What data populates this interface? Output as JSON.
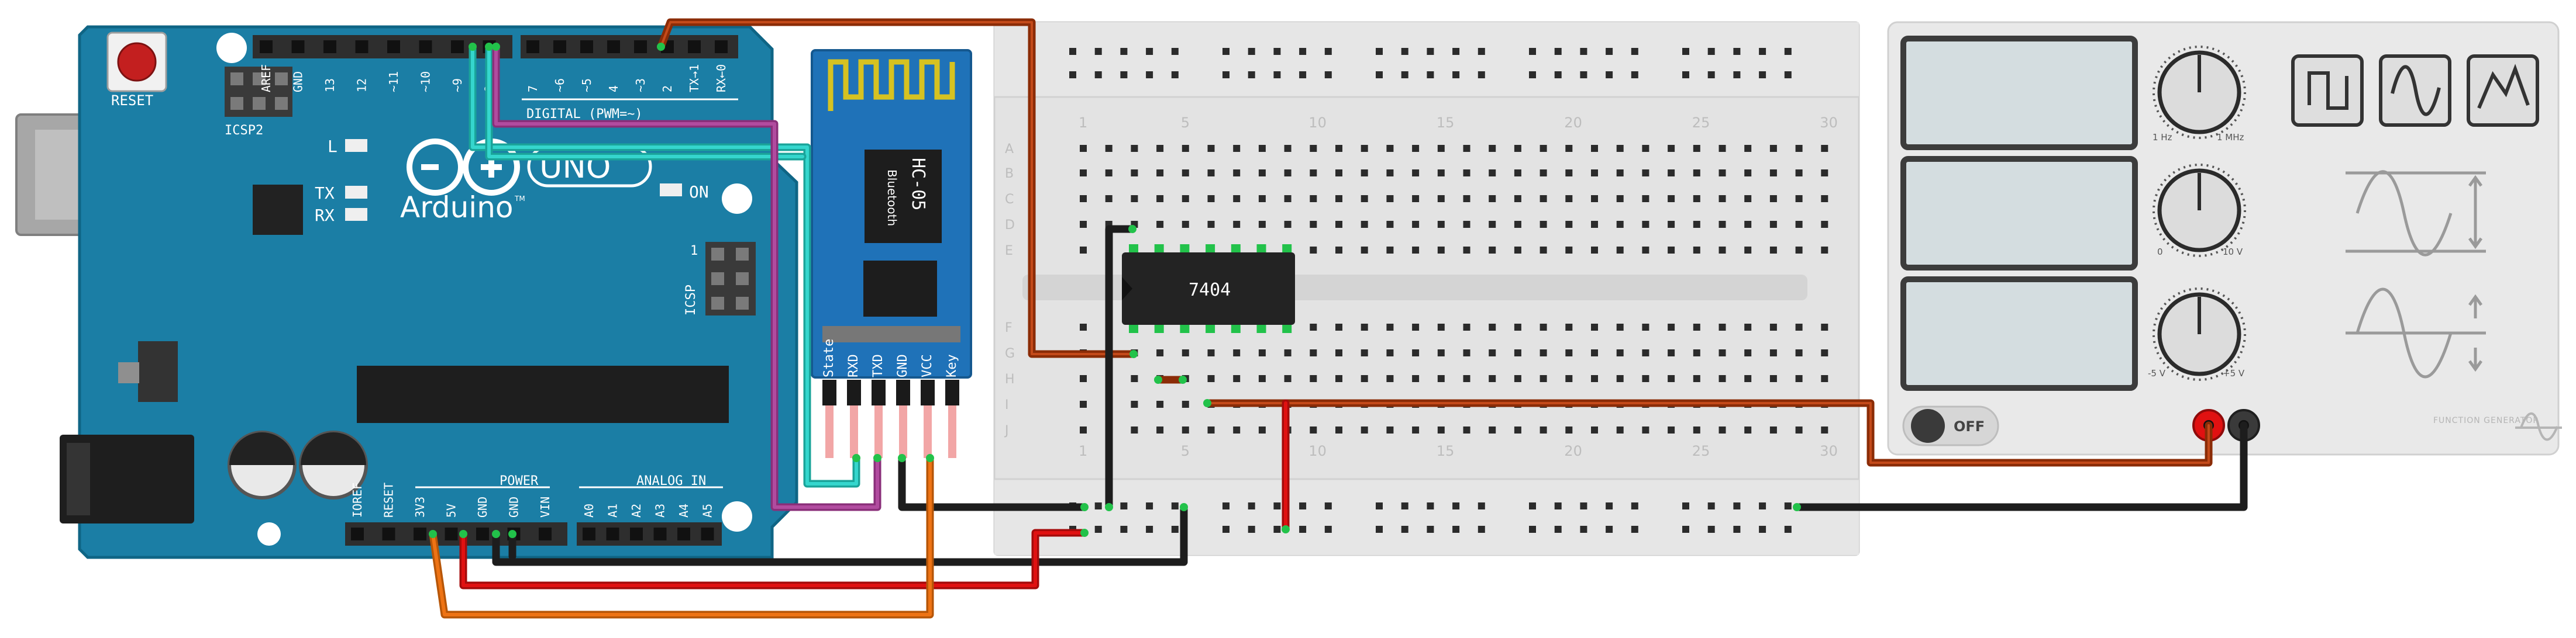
{
  "arduino": {
    "brand": "Arduino",
    "trademark": "TM",
    "model": "UNO",
    "reset_label": "RESET",
    "icsp2_label": "ICSP2",
    "icsp_label": "ICSP",
    "icsp_pin1": "1",
    "led_l": "L",
    "led_tx": "TX",
    "led_rx": "RX",
    "led_on": "ON",
    "digital_label": "DIGITAL (PWM=~)",
    "power_label": "POWER",
    "analog_label": "ANALOG IN",
    "top_header_left": [
      "AREF",
      "GND",
      "13",
      "12",
      "~11",
      "~10",
      "~9",
      "8"
    ],
    "top_header_right": [
      "7",
      "~6",
      "~5",
      "4",
      "~3",
      "2",
      "TX→1",
      "RX←0"
    ],
    "power_header": [
      "IOREF",
      "RESET",
      "3V3",
      "5V",
      "GND",
      "GND",
      "VIN"
    ],
    "analog_header": [
      "A0",
      "A1",
      "A2",
      "A3",
      "A4",
      "A5"
    ],
    "colors": {
      "board": "#1b7ea5",
      "board_dark": "#0f6585",
      "header": "#2e2e2e"
    }
  },
  "bluetooth": {
    "name": "HC-05",
    "sub": "Bluetooth",
    "pins": [
      "State",
      "RXD",
      "TXD",
      "GND",
      "VCC",
      "Key"
    ],
    "colors": {
      "board": "#1f72b8",
      "antenna": "#d6c221"
    }
  },
  "breadboard": {
    "columns_top": [
      "1",
      "5",
      "10",
      "15",
      "20",
      "25",
      "30"
    ],
    "columns_bottom": [
      "1",
      "5",
      "10",
      "15",
      "20",
      "25",
      "30"
    ],
    "rows_top": [
      "A",
      "B",
      "C",
      "D",
      "E"
    ],
    "rows_bottom": [
      "F",
      "G",
      "H",
      "I",
      "J"
    ],
    "colors": {
      "body": "#e3e3e3",
      "hole": "#2b2b2b",
      "active": "#22c24a"
    }
  },
  "ic": {
    "label": "7404",
    "color": "#232323"
  },
  "function_generator": {
    "knob1_min": "1 Hz",
    "knob1_max": "1 MHz",
    "knob2_min": "0",
    "knob2_max": "10 V",
    "knob3_min": "-5 V",
    "knob3_max": "+5 V",
    "switch_label": "OFF",
    "brand": "FUNCTION GENERATOR",
    "waveforms": [
      "square-wave-icon",
      "sine-wave-icon",
      "triangle-wave-icon"
    ],
    "colors": {
      "panel": "#e9e9e9",
      "screen": "#d4dde0",
      "frame": "#3c3c3c"
    }
  },
  "wires": {
    "colors": {
      "brown": "#8b2c07",
      "cyan": "#35d6cd",
      "magenta": "#b14b9f",
      "black": "#1d1d1d",
      "red": "#e01111",
      "orange": "#ee7314",
      "pink": "#f2a6a6"
    }
  }
}
